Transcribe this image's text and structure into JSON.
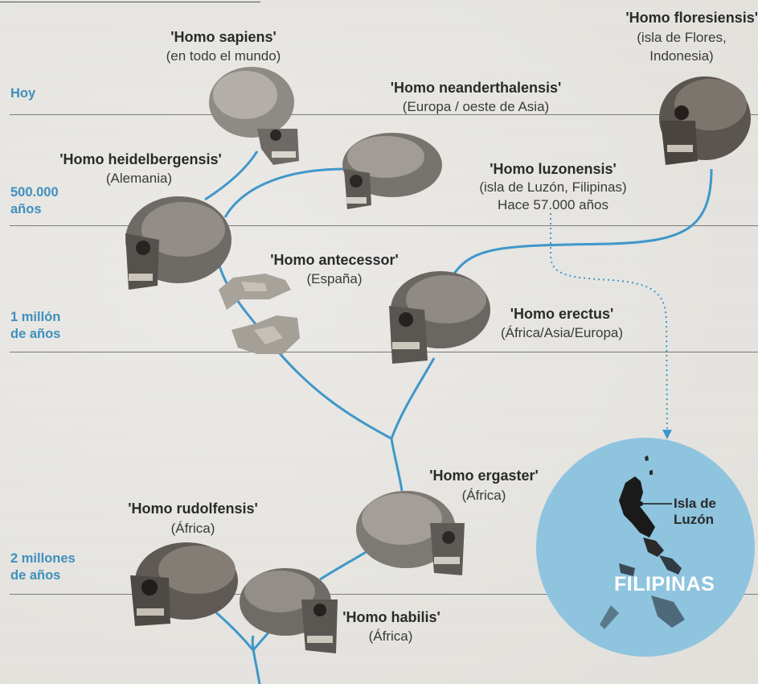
{
  "eras": [
    {
      "label_lines": [
        "Hoy"
      ]
    },
    {
      "label_lines": [
        "500.000",
        "años"
      ]
    },
    {
      "label_lines": [
        "1 millón",
        "de años"
      ]
    },
    {
      "label_lines": [
        "2 millones",
        "de años"
      ]
    }
  ],
  "species": {
    "sapiens": {
      "name": "'Homo sapiens'",
      "location": "(en todo el mundo)"
    },
    "neanderthalensis": {
      "name": "'Homo neanderthalensis'",
      "location": "(Europa / oeste de Asia)"
    },
    "floresiensis": {
      "name": "'Homo floresiensis'",
      "location_lines": [
        "(isla de Flores,",
        "Indonesia)"
      ]
    },
    "heidelbergensis": {
      "name": "'Homo heidelbergensis'",
      "location": "(Alemania)"
    },
    "luzonensis": {
      "name": "'Homo luzonensis'",
      "location_lines": [
        "(isla de Luzón, Filipinas)",
        "Hace 57.000 años"
      ]
    },
    "antecessor": {
      "name": "'Homo antecessor'",
      "location": "(España)"
    },
    "erectus": {
      "name": "'Homo erectus'",
      "location": "(África/Asia/Europa)"
    },
    "ergaster": {
      "name": "'Homo ergaster'",
      "location": "(África)"
    },
    "rudolfensis": {
      "name": "'Homo rudolfensis'",
      "location": "(África)"
    },
    "habilis": {
      "name": "'Homo habilis'",
      "location": "(África)"
    }
  },
  "map": {
    "island_label_lines": [
      "Isla de",
      "Luzón"
    ],
    "country": "FILIPINAS",
    "circle_color": "#8fc4df",
    "land_color": "#1a1a1a"
  },
  "colors": {
    "branch": "#3f97c9",
    "era_label": "#3f8fbd",
    "era_line": "#7b7b7b"
  },
  "icons": [
    "skull-icon",
    "fossil-fragment-icon",
    "map-circle-icon",
    "arrow-down-icon"
  ]
}
